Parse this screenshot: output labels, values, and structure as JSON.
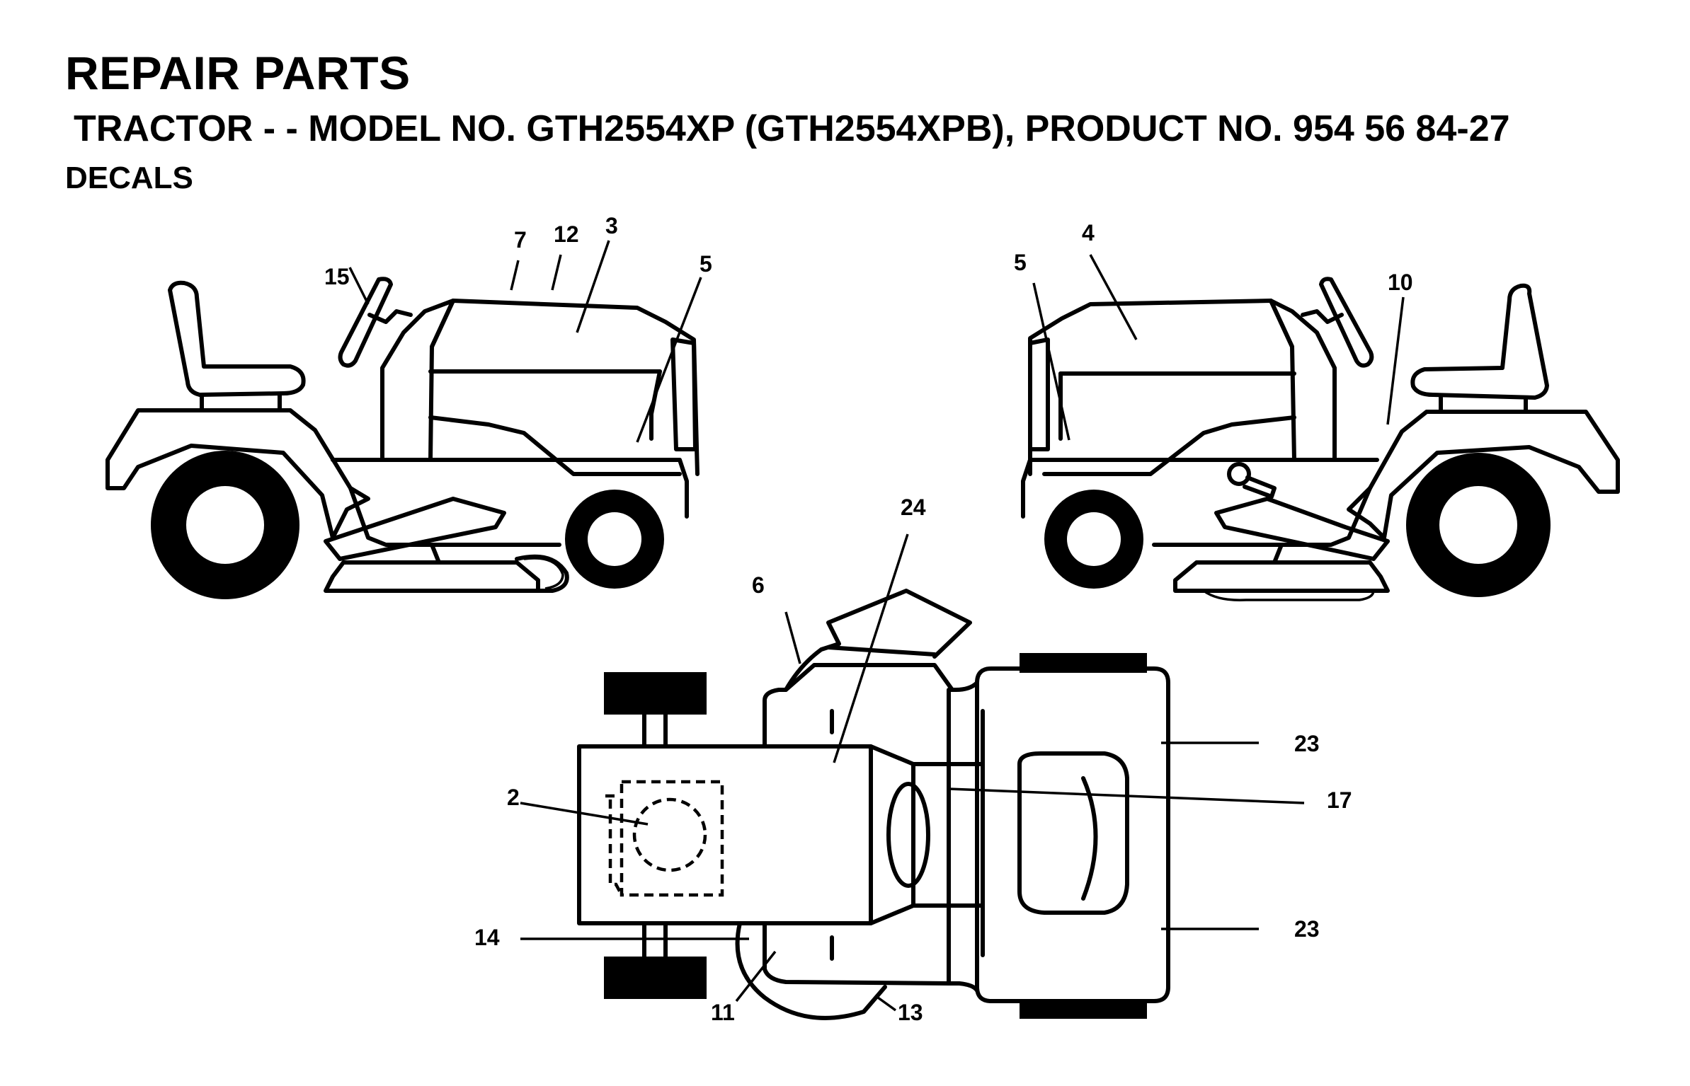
{
  "header": {
    "title": "REPAIR PARTS",
    "subtitle": "TRACTOR - - MODEL NO. GTH2554XP (GTH2554XPB), PRODUCT NO. 954 56 84-27",
    "section": "DECALS"
  },
  "callouts": {
    "c2": "2",
    "c3": "3",
    "c4": "4",
    "c5_left": "5",
    "c5_right": "5",
    "c6": "6",
    "c7": "7",
    "c10": "10",
    "c11": "11",
    "c12": "12",
    "c13": "13",
    "c14": "14",
    "c15": "15",
    "c17": "17",
    "c23_top": "23",
    "c23_bottom": "23",
    "c24": "24"
  }
}
